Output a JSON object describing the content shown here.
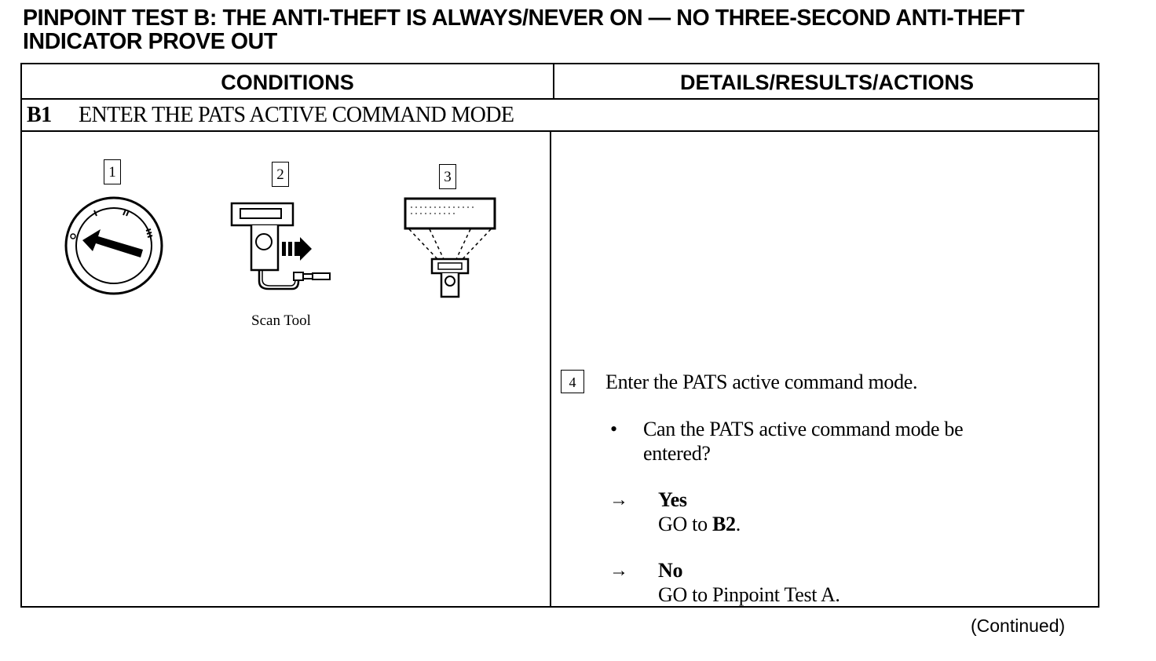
{
  "title": {
    "line1": "PINPOINT TEST B:  THE ANTI-THEFT IS ALWAYS/NEVER ON — NO THREE-SECOND ANTI-THEFT",
    "line2": "INDICATOR PROVE OUT"
  },
  "table": {
    "headers": {
      "conditions": "CONDITIONS",
      "details": "DETAILS/RESULTS/ACTIONS"
    },
    "step": {
      "id": "B1",
      "title": "ENTER THE PATS ACTIVE COMMAND MODE"
    }
  },
  "figures": {
    "steps": [
      "1",
      "2",
      "3"
    ],
    "icons": [
      "ignition-switch-icon",
      "scan-tool-icon",
      "scan-tool-display-icon"
    ],
    "scan_tool_label": "Scan Tool"
  },
  "details": {
    "step_number": "4",
    "instruction": "Enter the PATS active command mode.",
    "bullet_symbol": "•",
    "question_line1": "Can the PATS active command mode be",
    "question_line2": "entered?",
    "arrow_symbol": "→",
    "yes": {
      "label": "Yes",
      "action_prefix": "GO to ",
      "action_target": "B2",
      "action_suffix": "."
    },
    "no": {
      "label": "No",
      "action": "GO to Pinpoint Test A."
    }
  },
  "footer": {
    "continued": "(Continued)"
  }
}
